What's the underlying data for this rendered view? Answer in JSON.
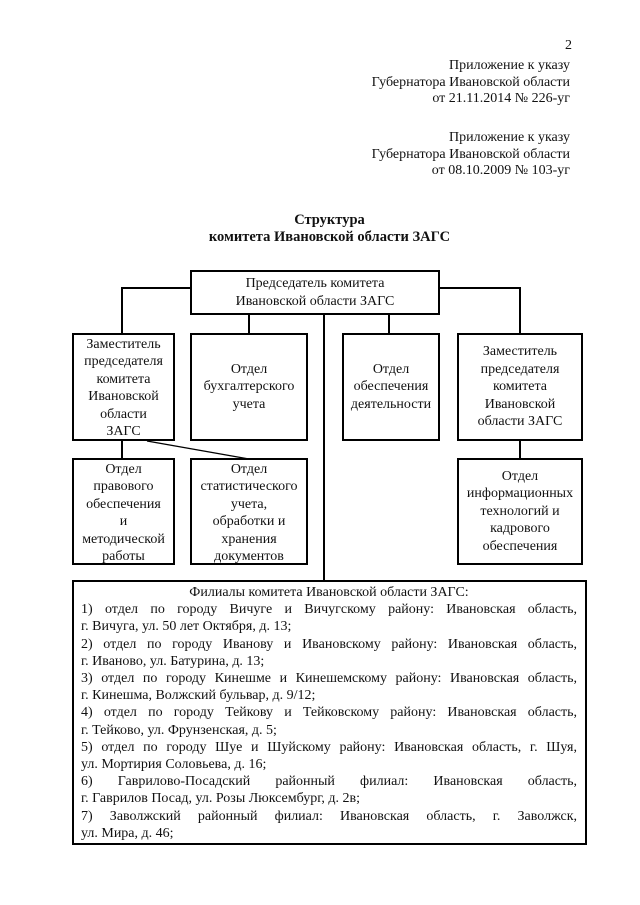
{
  "page": {
    "number": "2",
    "annotations": [
      "Приложение к указу\nГубернатора Ивановской области\nот 21.11.2014 № 226-уг",
      "Приложение к указу\nГубернатора Ивановской области\nот 08.10.2009 № 103-уг"
    ],
    "title": "Структура\nкомитета Ивановской области ЗАГС"
  },
  "org": {
    "chairman": "Председатель комитета\nИвановской области ЗАГС",
    "deputy_left": "Заместитель\nпредседателя\nкомитета\nИвановской\nобласти\nЗАГС",
    "accounting": "Отдел\nбухгалтерского\nучета",
    "activity_support": "Отдел\nобеспечения\nдеятельности",
    "deputy_right": "Заместитель\nпредседателя\nкомитета\nИвановской\nобласти ЗАГС",
    "legal": "Отдел\nправового\nобеспечения\nи\nметодической\nработы",
    "statistics": "Отдел\nстатистического\nучета,\nобработки и\nхранения\nдокументов",
    "it_hr": "Отдел\nинформационных\nтехнологий и\nкадрового\nобеспечения"
  },
  "filials": {
    "heading": "Филиалы комитета Ивановской области ЗАГС:",
    "items": [
      {
        "line1": "1) отдел по городу Вичуге и Вичугскому району: Ивановская область,",
        "line2": "г. Вичуга, ул. 50 лет Октября, д. 13;"
      },
      {
        "line1": "2) отдел по городу Иванову и Ивановскому району: Ивановская область,",
        "line2": "г. Иваново, ул. Батурина, д. 13;"
      },
      {
        "line1": "3) отдел по городу Кинешме и Кинешемскому району: Ивановская область,",
        "line2": "г. Кинешма, Волжский бульвар, д. 9/12;"
      },
      {
        "line1": "4) отдел по городу Тейкову и Тейковскому району: Ивановская область,",
        "line2": "г. Тейково, ул. Фрунзенская, д. 5;"
      },
      {
        "line1": "5) отдел по городу Шуе и Шуйскому району: Ивановская область, г. Шуя,",
        "line2": "ул. Мортирия Соловьева, д. 16;"
      },
      {
        "line1": "6) Гаврилово-Посадский районный филиал: Ивановская область,",
        "line2": "г. Гаврилов Посад, ул. Розы Люксембург, д. 2в;"
      },
      {
        "line1": "7) Заволжский районный филиал: Ивановская область, г. Заволжск,",
        "line2": "ул. Мира, д. 46;"
      }
    ]
  },
  "colors": {
    "ink": "#111111",
    "line": "#000000",
    "background": "#ffffff"
  }
}
